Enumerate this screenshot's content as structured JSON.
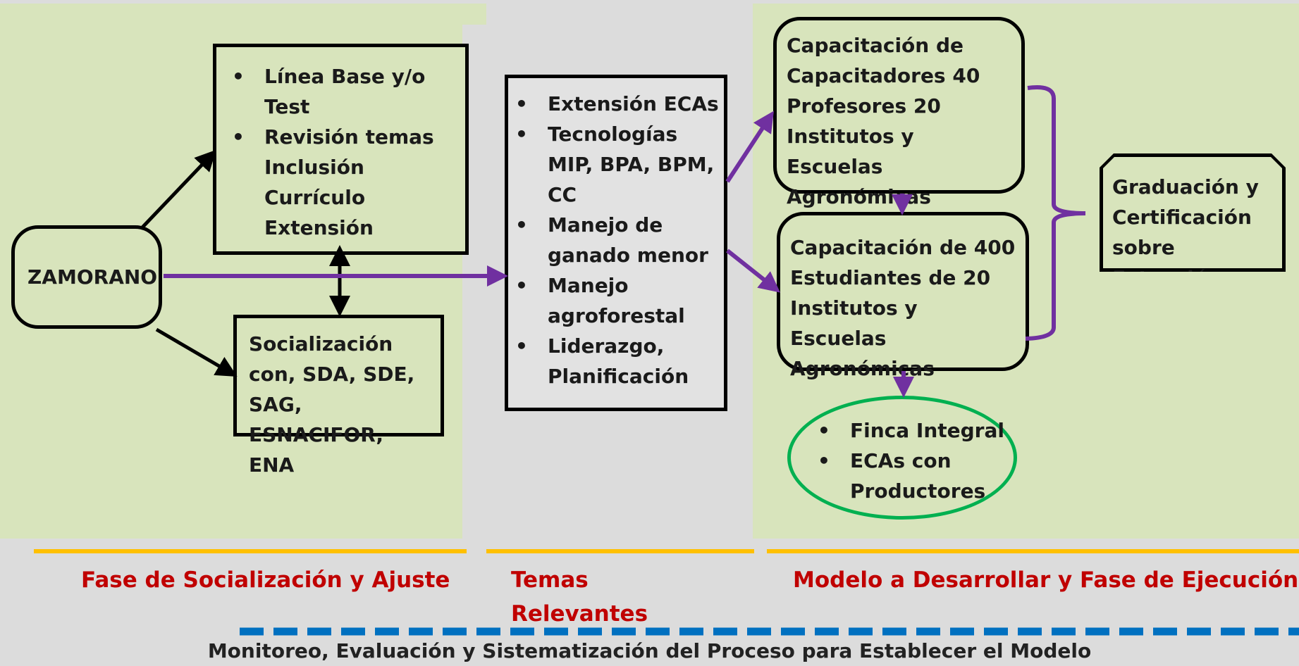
{
  "nodes": {
    "zamorano": "ZAMORANO",
    "baseline_items": [
      "Línea Base y/o Test",
      "Revisión temas Inclusión Currículo Extensión"
    ],
    "socializacion": "Socialización con, SDA, SDE, SAG, ESNACIFOR, ENA",
    "temas_items": [
      "Extensión ECAs",
      "Tecnologías MIP, BPA, BPM, CC",
      "Manejo de ganado menor",
      " Manejo agroforestal",
      "Liderazgo, Planificación"
    ],
    "capacitadores": "Capacitación de Capacitadores 40 Profesores 20 Institutos y Escuelas Agronómicas",
    "estudiantes": "Capacitación de 400 Estudiantes de 20 Institutos y Escuelas Agronómicas",
    "graduacion": "Graduación y Certificación sobre Extensión",
    "finca_items": [
      "Finca Integral",
      "ECAs con Productores"
    ]
  },
  "phases": {
    "socializacion": "Fase de Socialización y Ajuste",
    "temas": "Temas Relevantes",
    "modelo": "Modelo a Desarrollar y Fase de Ejecución"
  },
  "footer": "Monitoreo, Evaluación y Sistematización del Proceso para Establecer el Modelo",
  "colors": {
    "panel": "#d8e4bc",
    "arrow_purple": "#7030a0",
    "phase_line": "#ffc000",
    "phase_text": "#c00000",
    "dashed_line": "#0070c0",
    "ellipse": "#00b050"
  }
}
